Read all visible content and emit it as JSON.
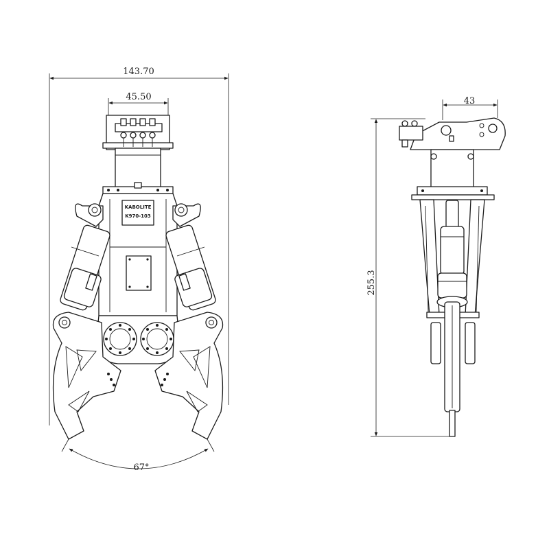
{
  "dimensions": {
    "total_width": "143.70",
    "mount_width": "45.50",
    "side_mount_width": "43",
    "total_height": "255.3",
    "jaw_angle": "67°"
  },
  "nameplate": {
    "brand": "KABOLITE",
    "model": "K970-103"
  },
  "colors": {
    "line": "#1a1a1a",
    "background": "#ffffff"
  }
}
